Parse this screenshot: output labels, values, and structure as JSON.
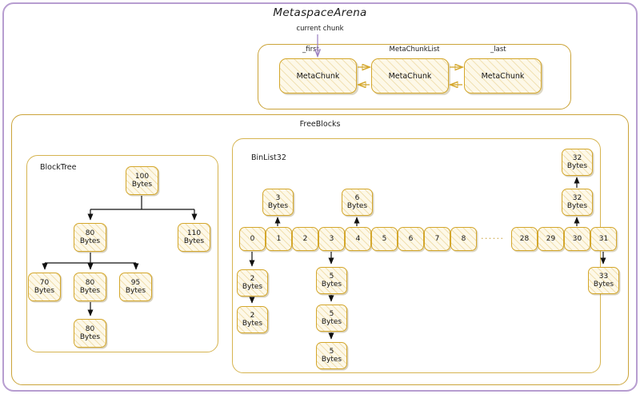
{
  "diagram": {
    "title": "MetaspaceArena",
    "current_chunk_label": "current chunk",
    "accent_gold": "#d4a72c",
    "accent_purple": "#b79dd0",
    "box_fill": "#fdf8e8",
    "arrow_color": "#111111"
  },
  "metachunklist": {
    "container_label": "MetaChunkList",
    "first_label": "_first",
    "last_label": "_last",
    "chunks": [
      {
        "label": "MetaChunk"
      },
      {
        "label": "MetaChunk"
      },
      {
        "label": "MetaChunk"
      }
    ]
  },
  "freeblocks": {
    "label": "FreeBlocks"
  },
  "blocktree": {
    "label": "BlockTree",
    "nodes": [
      {
        "id": "root",
        "v": "100",
        "unit": "Bytes"
      },
      {
        "id": "n80",
        "v": "80",
        "unit": "Bytes"
      },
      {
        "id": "n110",
        "v": "110",
        "unit": "Bytes"
      },
      {
        "id": "n70",
        "v": "70",
        "unit": "Bytes"
      },
      {
        "id": "n80b",
        "v": "80",
        "unit": "Bytes"
      },
      {
        "id": "n95",
        "v": "95",
        "unit": "Bytes"
      },
      {
        "id": "n80c",
        "v": "80",
        "unit": "Bytes"
      }
    ]
  },
  "binlist": {
    "label": "BinList32",
    "ellipsis": "······",
    "bins_left": [
      "0",
      "1",
      "2",
      "3",
      "4",
      "5",
      "6",
      "7",
      "8"
    ],
    "bins_right": [
      "28",
      "29",
      "30",
      "31"
    ],
    "chains": [
      {
        "bin": "0",
        "direction": "down",
        "unit": "Bytes",
        "values": [
          "2",
          "2"
        ]
      },
      {
        "bin": "1",
        "direction": "up",
        "unit": "Bytes",
        "values": [
          "3"
        ]
      },
      {
        "bin": "3",
        "direction": "down",
        "unit": "Bytes",
        "values": [
          "5",
          "5",
          "5"
        ]
      },
      {
        "bin": "4",
        "direction": "up",
        "unit": "Bytes",
        "values": [
          "6"
        ]
      },
      {
        "bin": "30",
        "direction": "up",
        "unit": "Bytes",
        "values": [
          "32",
          "32"
        ]
      },
      {
        "bin": "31",
        "direction": "down",
        "unit": "Bytes",
        "values": [
          "33"
        ]
      }
    ]
  }
}
